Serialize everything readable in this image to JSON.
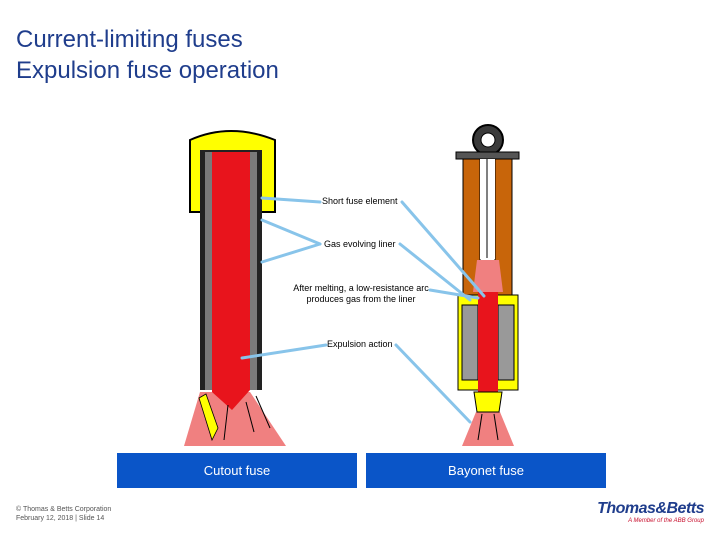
{
  "title": {
    "line1": "Current-limiting fuses",
    "line2": "Expulsion fuse operation"
  },
  "labels": {
    "short_element": "Short fuse element",
    "gas_liner": "Gas evolving liner",
    "arc_line1": "After melting, a low-resistance arc",
    "arc_line2": "produces gas from the liner",
    "expulsion": "Expulsion action"
  },
  "bands": {
    "cutout": "Cutout fuse",
    "bayonet": "Bayonet fuse"
  },
  "footer": {
    "copyright": "© Thomas & Betts Corporation",
    "date_slide": "February 12, 2018   | Slide 14"
  },
  "logo": {
    "name": "Thomas&Betts",
    "tagline": "A Member of the ABB Group"
  },
  "colors": {
    "title": "#1f3d8c",
    "band": "#0a55c8",
    "fuse_red": "#e8141c",
    "cap_yellow": "#ffff00",
    "plume_pink": "#f08080",
    "tube_brown": "#c8650a",
    "pointer_line": "#88c4ea"
  }
}
